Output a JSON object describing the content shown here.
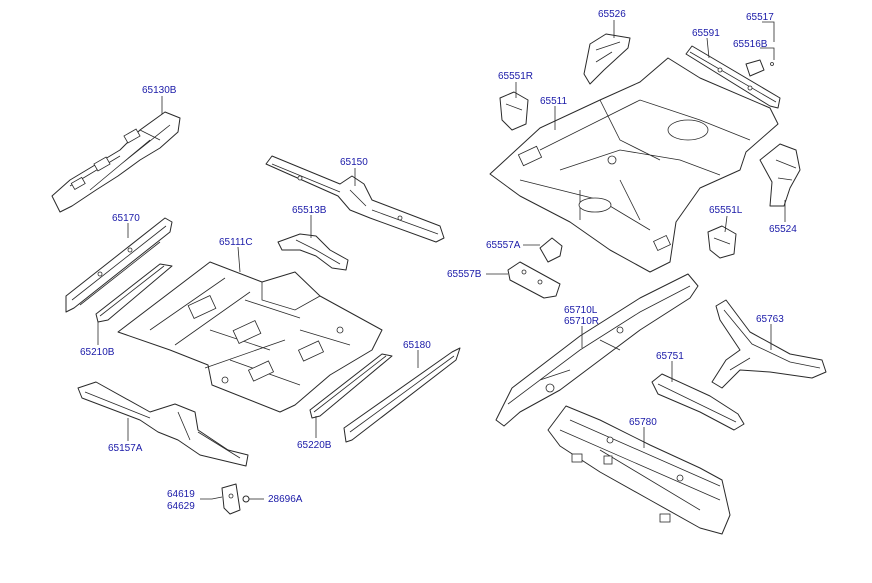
{
  "colors": {
    "label": "#1a1aa8",
    "line": "#2a2a2a",
    "background": "#ffffff"
  },
  "labels": {
    "p65526": "65526",
    "p65517": "65517",
    "p65591": "65591",
    "p65516b": "65516B",
    "p65551r": "65551R",
    "p65511": "65511",
    "p65130b": "65130B",
    "p65150": "65150",
    "p65513b": "65513B",
    "p65170": "65170",
    "p65111c": "65111C",
    "p65551l": "65551L",
    "p65524": "65524",
    "p65557a": "65557A",
    "p65557b": "65557B",
    "p65210b": "65210B",
    "p65710l": "65710L",
    "p65710r": "65710R",
    "p65763": "65763",
    "p65180": "65180",
    "p65751": "65751",
    "p65157a": "65157A",
    "p65220b": "65220B",
    "p65780": "65780",
    "p64619": "64619",
    "p64629": "64629",
    "p28696a": "28696A"
  }
}
